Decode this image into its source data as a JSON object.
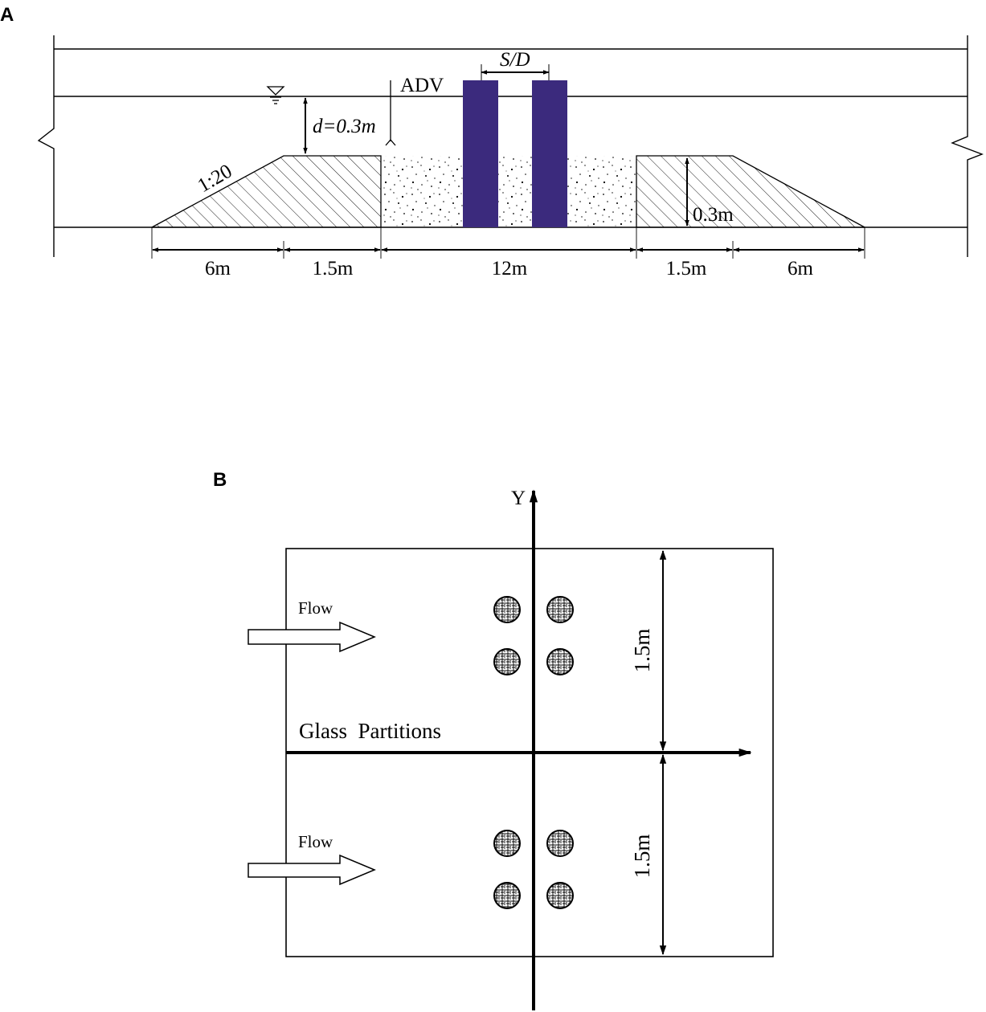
{
  "panels": {
    "a": {
      "letter": "A",
      "water_depth": "d=0.3m",
      "instrument": "ADV",
      "spacing": "S/D",
      "slope": "1:20",
      "height": "0.3m",
      "lengths": [
        "6m",
        "1.5m",
        "12m",
        "1.5m",
        "6m"
      ],
      "pier_color": "#3b2a7d"
    },
    "b": {
      "letter": "B",
      "axis_y": "Y",
      "flow_upper": "Flow",
      "flow_lower": "Flow",
      "divider": "Glass  Partitions",
      "width_upper": "1.5m",
      "width_lower": "1.5m"
    }
  }
}
